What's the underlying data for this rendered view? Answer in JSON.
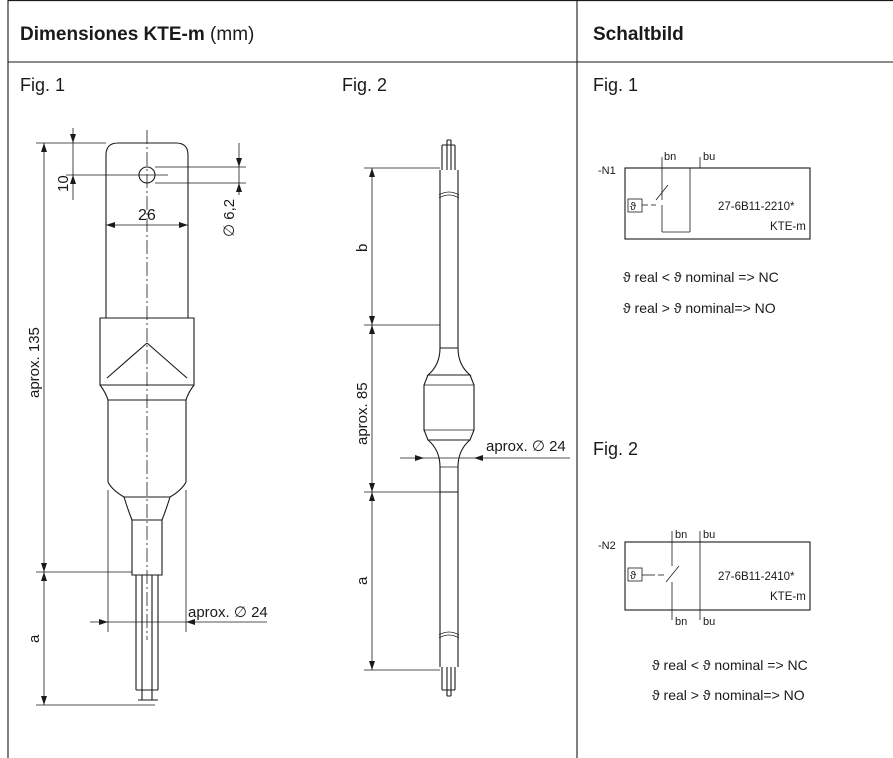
{
  "left_panel": {
    "title_bold": "Dimensiones KTE-m",
    "title_unit": "(mm)",
    "fig1": {
      "label": "Fig. 1",
      "dim_hole_offset": "10",
      "dim_width": "26",
      "dim_hole_diameter": "∅ 6,2",
      "dim_length": "aprox. 135",
      "dim_cable_diameter": "aprox. ∅ 24",
      "dim_cable": "a"
    },
    "fig2": {
      "label": "Fig. 2",
      "dim_b": "b",
      "dim_length": "aprox. 85",
      "dim_diameter": "aprox. ∅ 24",
      "dim_a": "a"
    }
  },
  "right_panel": {
    "title": "Schaltbild",
    "fig1": {
      "label": "Fig. 1",
      "ref": "-N1",
      "wire1": "bn",
      "wire2": "bu",
      "part": "27-6B11-2210*",
      "model": "KTE-m",
      "line1": "ϑ real <   ϑ nominal => NC",
      "line2": "ϑ real >   ϑ nominal=> NO"
    },
    "fig2": {
      "label": "Fig. 2",
      "ref": "-N2",
      "wire1": "bn",
      "wire2": "bu",
      "wire3": "bn",
      "wire4": "bu",
      "part": "27-6B11-2410*",
      "model": "KTE-m",
      "line1": "ϑ real <   ϑ nominal => NC",
      "line2": "ϑ real >   ϑ nominal=> NO"
    }
  }
}
